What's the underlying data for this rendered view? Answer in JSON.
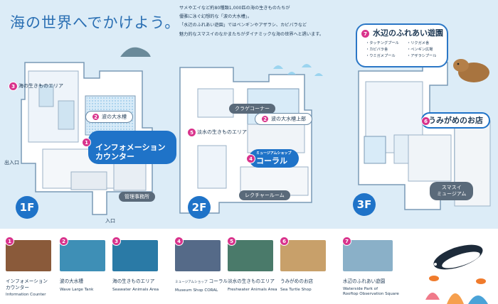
{
  "title": "海の世界へでかけよう。",
  "intro_lines": [
    "サメやエイなど約80種類1,000匹の海の生きものたちが",
    "優雅に泳ぐ幻想的な「波の大水槽」。",
    "「水辺のふれあい遊園」ではペンギンやアザラシ、カピバラなど",
    "魅力的なスマスイのなかまたちがダイナミックな海の世界へと誘います。"
  ],
  "floors": [
    {
      "label": "1F",
      "spots": [
        {
          "num": "3",
          "name": "海の生きものエリア"
        },
        {
          "num": "2",
          "name": "波の大水槽"
        },
        {
          "num": "1",
          "name": "インフォメーション\nカウンター"
        }
      ],
      "extra": [
        "出入口",
        "管理事務所",
        "入口"
      ]
    },
    {
      "label": "2F",
      "spots": [
        {
          "num": "",
          "name": "クラゲコーナー"
        },
        {
          "num": "2",
          "name": "波の大水槽上部"
        },
        {
          "num": "5",
          "name": "淡水の生きものエリア"
        },
        {
          "num": "4",
          "name": "コーラル",
          "sub": "ミュージアムショップ"
        }
      ],
      "extra": [
        "レクチャールーム"
      ]
    },
    {
      "label": "3F",
      "spots": [
        {
          "num": "7",
          "name": "水辺のふれあい遊園"
        },
        {
          "num": "6",
          "name": "うみがめのお店"
        }
      ],
      "extra": [
        "スマスイ\nミュージアム"
      ],
      "facilities": [
        "・タッチングプール",
        "・カピバラ舎",
        "・ウミガメプール",
        "・リクガメ舎",
        "・ペンギン広場",
        "・アザラシプール"
      ]
    }
  ],
  "legend": [
    {
      "num": "1",
      "ja": "インフォメーション\nカウンター",
      "en": "Information Counter"
    },
    {
      "num": "2",
      "ja": "波の大水槽",
      "en": "Wave Large Tank"
    },
    {
      "num": "3",
      "ja": "海の生きものエリア",
      "en": "Seawater Animals Area"
    },
    {
      "num": "4",
      "ja": "コーラル",
      "ja_pre": "ミュージアムショップ",
      "en": "Museum Shop CORAL"
    },
    {
      "num": "5",
      "ja": "淡水の生きものエリア",
      "en": "Freshwater Animals Area"
    },
    {
      "num": "6",
      "ja": "うみがめのお店",
      "en": "Sea Turtle Shop"
    },
    {
      "num": "7",
      "ja": "水辺のふれあい遊園",
      "en": "Waterside Park of\nRooftop Observation Square"
    }
  ],
  "colors": {
    "accent": "#1f73c8",
    "number": "#d9338c",
    "background": "#dcecf7",
    "floor": "#ffffff"
  }
}
